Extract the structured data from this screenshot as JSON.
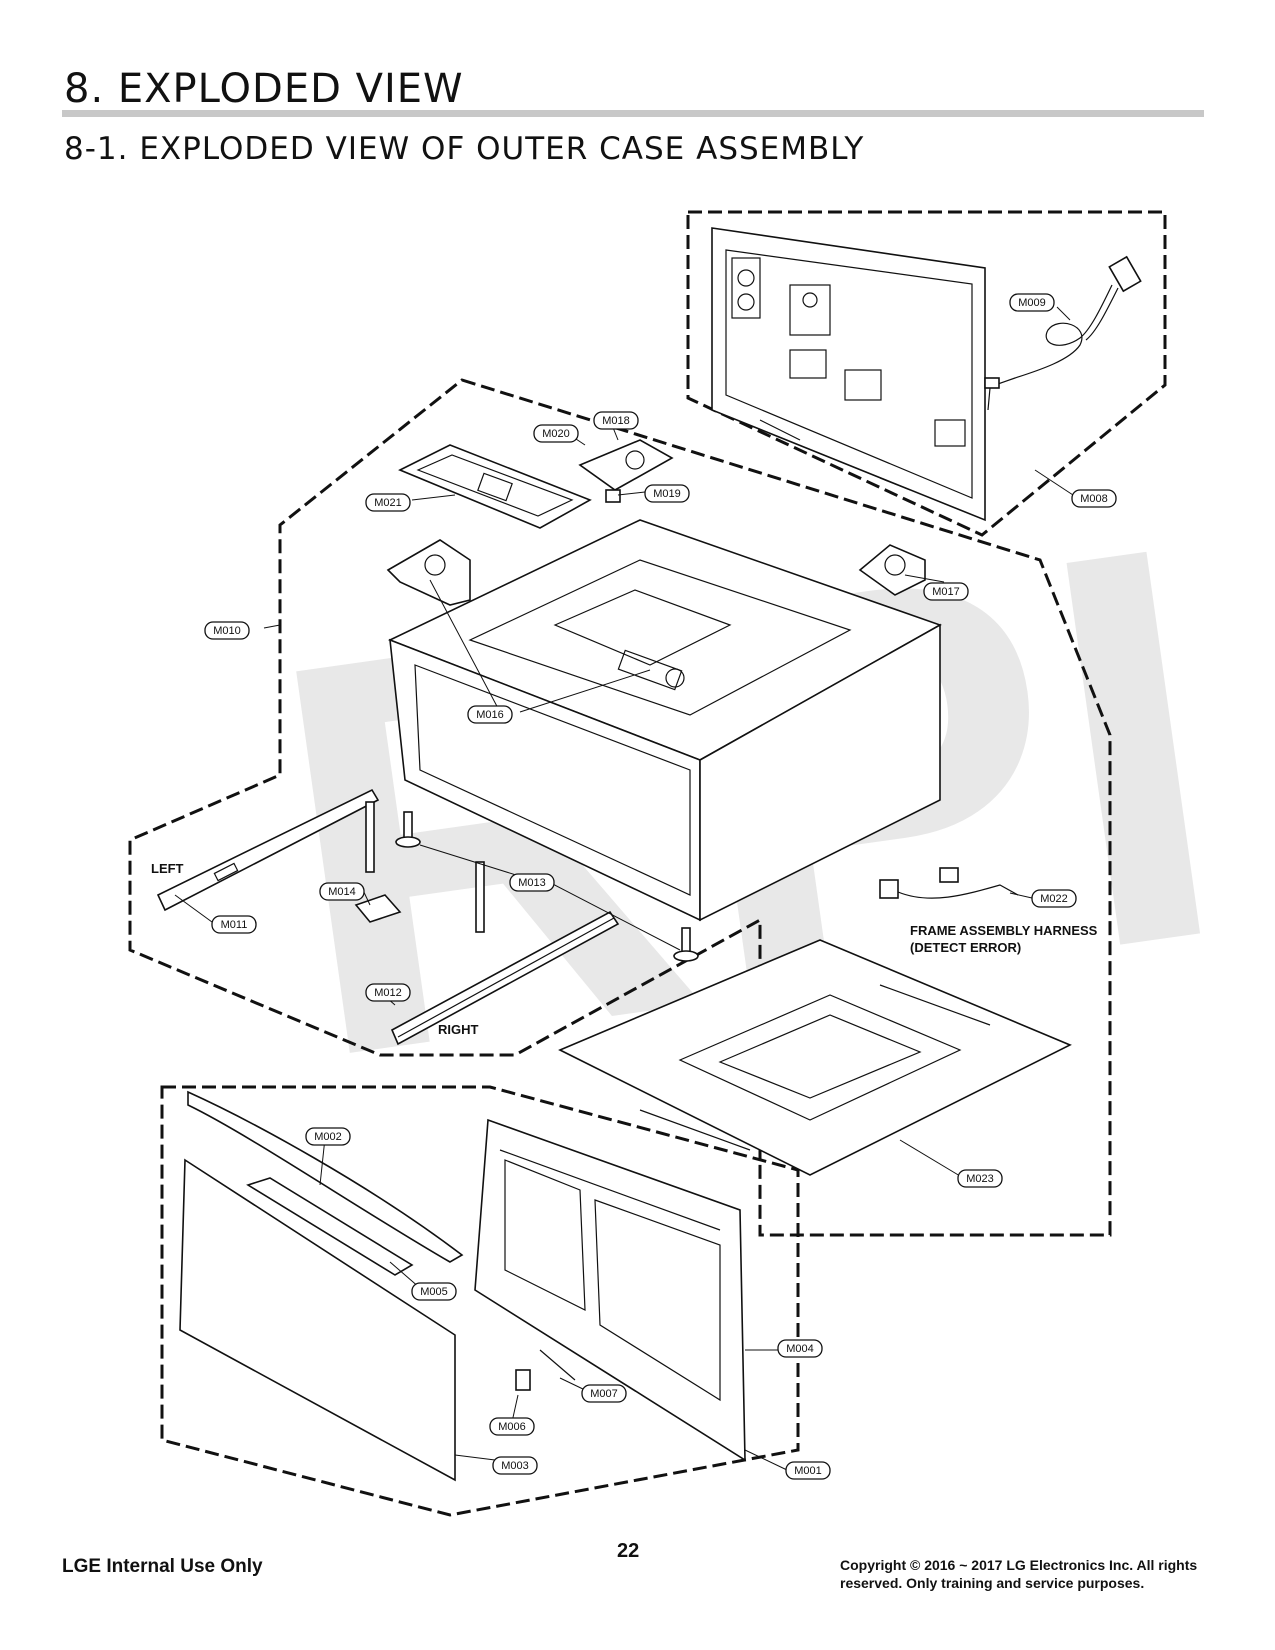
{
  "heading": "8. EXPLODED VIEW",
  "subheading": "8-1. EXPLODED VIEW OF OUTER CASE ASSEMBLY",
  "watermark": "RPI",
  "callouts": {
    "M001": "M001",
    "M002": "M002",
    "M003": "M003",
    "M004": "M004",
    "M005": "M005",
    "M006": "M006",
    "M007": "M007",
    "M008": "M008",
    "M009": "M009",
    "M010": "M010",
    "M011": "M011",
    "M012": "M012",
    "M013": "M013",
    "M014": "M014",
    "M016": "M016",
    "M017": "M017",
    "M018": "M018",
    "M019": "M019",
    "M020": "M020",
    "M021": "M021",
    "M022": "M022",
    "M023": "M023"
  },
  "labels": {
    "left": "LEFT",
    "right": "RIGHT",
    "harness_line1": "FRAME ASSEMBLY HARNESS",
    "harness_line2": "(DETECT ERROR)"
  },
  "footer": {
    "left": "LGE Internal Use Only",
    "page": "22",
    "copyright_line1": "Copyright © 2016 ~ 2017 LG Electronics Inc. All rights",
    "copyright_line2": "reserved. Only training and service purposes."
  }
}
